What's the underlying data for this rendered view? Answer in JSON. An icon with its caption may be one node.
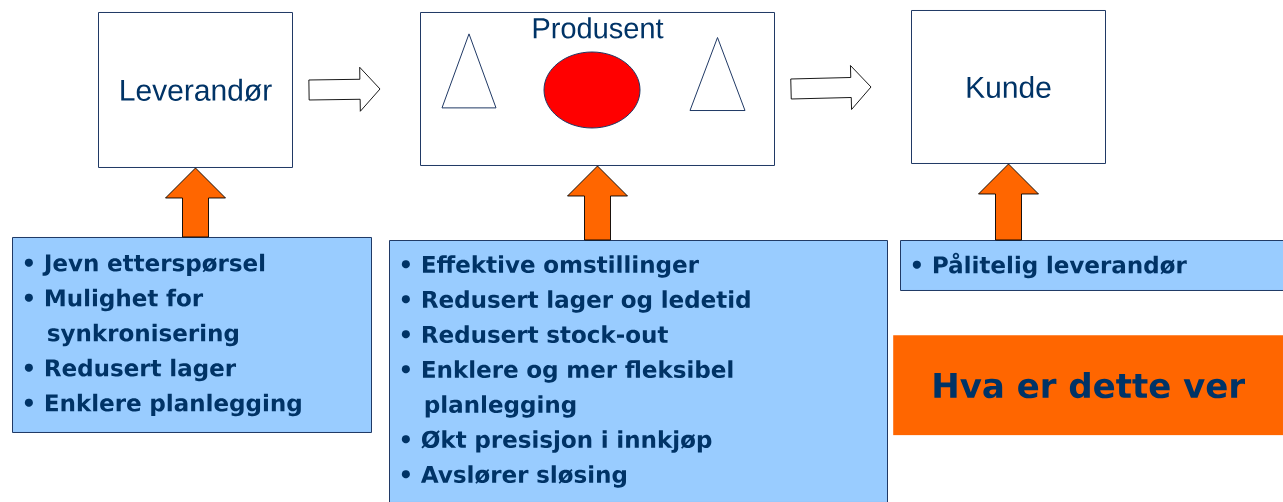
{
  "diagram": {
    "nodes": [
      {
        "text": [
          "Leverandør"
        ]
      },
      {
        "text": [
          "Produsent"
        ]
      },
      {
        "text": [],
        "shape": "triangle",
        "in": 1
      },
      {
        "text": [],
        "shape": "circle",
        "in": 1
      },
      {
        "text": [],
        "shape": "triangle",
        "in": 1
      },
      {
        "text": [
          "Kunde"
        ]
      },
      {
        "text": [
          "• Jevn etterspørsel",
          "• Mulighet for synkronisering",
          "• Redusert lager",
          "• Enklere planlegging"
        ]
      },
      {
        "text": [
          "• Effektive omstillinger",
          "• Redusert lager og ledetid",
          "• Redusert stock-out",
          "• Enklere og mer fleksibel planlegging",
          "• Økt presisjon i innkjøp",
          "• Avslører sløsing"
        ]
      },
      {
        "text": [
          "• Pålitelig leverandør"
        ]
      },
      {
        "text": [
          "Hva er dette ver"
        ]
      }
    ],
    "edges": [
      {
        "from": 0,
        "to": 1,
        "arrow": "to"
      },
      {
        "from": 1,
        "to": 5,
        "arrow": "to"
      },
      {
        "from": 6,
        "to": 0,
        "arrow": "to",
        "color": "#ff6600"
      },
      {
        "from": 7,
        "to": 1,
        "arrow": "to",
        "color": "#ff6600"
      },
      {
        "from": 8,
        "to": 5,
        "arrow": "to",
        "color": "#ff6600"
      }
    ]
  }
}
